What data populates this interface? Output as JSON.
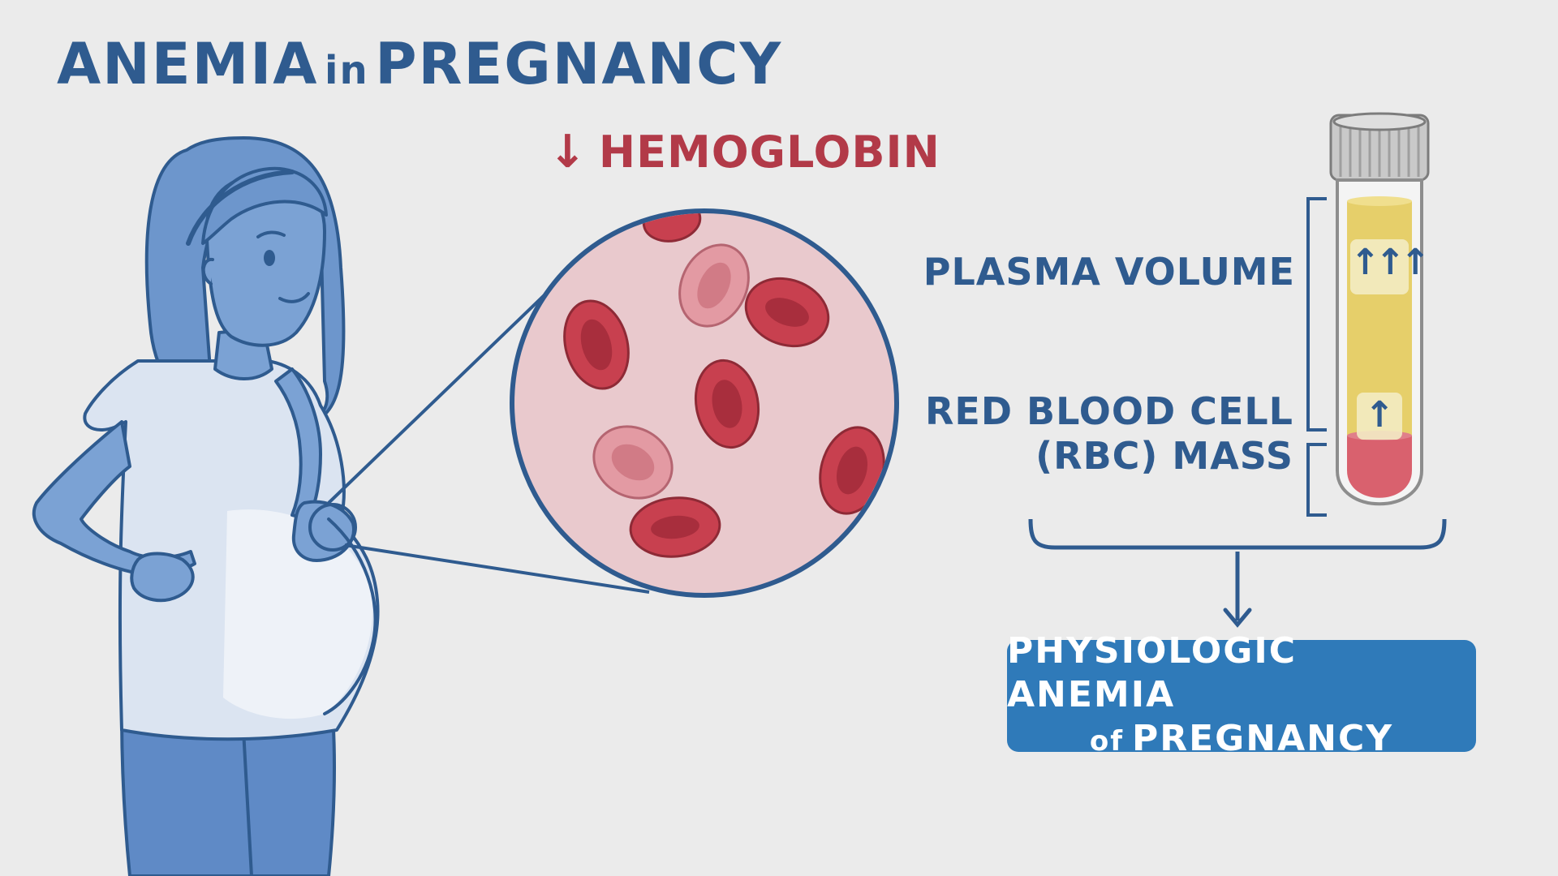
{
  "title": {
    "main1": "ANEMIA",
    "connector": "in",
    "main2": "PREGNANCY"
  },
  "hemoglobin": {
    "arrow": "↓",
    "label": "HEMOGLOBIN"
  },
  "tube": {
    "plasma_label": "PLASMA VOLUME",
    "plasma_arrows": "↑↑↑",
    "rbc_label_line1": "RED BLOOD CELL",
    "rbc_label_line2": "(RBC) MASS",
    "rbc_arrow": "↑"
  },
  "result": {
    "line1": "PHYSIOLOGIC ANEMIA",
    "line2_of": "of",
    "line2": "PREGNANCY"
  },
  "colors": {
    "navy": "#2f5b8f",
    "blue_fill": "#7ba2d4",
    "blue_dark": "#5a86c2",
    "shirt": "#dbe4f1",
    "red_title": "#b23a48",
    "rbc": "#c8404f",
    "rbc_light": "#e39aa3",
    "circle_bg": "#e9c9cd",
    "plasma": "#e6cf6a",
    "box": "#2f7ab9"
  }
}
